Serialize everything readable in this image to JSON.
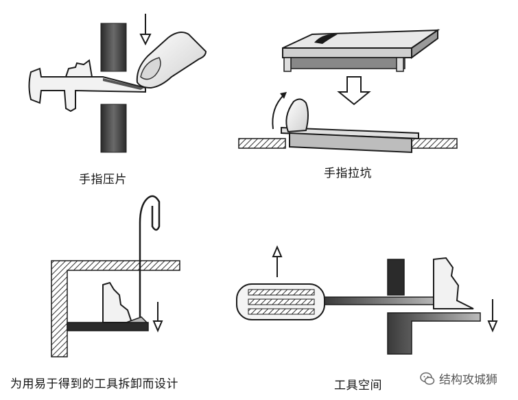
{
  "captions": {
    "finger_press": "手指压片",
    "finger_pull": "手指拉坑",
    "tool_removal": "为用易于得到的工具拆卸而设计",
    "tool_space": "工具空间"
  },
  "watermark": {
    "text": "结构攻城狮",
    "icon": "wechat-icon"
  },
  "colors": {
    "line": "#1a1a1a",
    "dark_fill": "#2b2b2b",
    "light_fill": "#e6e6e6",
    "hatch": "#444444"
  }
}
